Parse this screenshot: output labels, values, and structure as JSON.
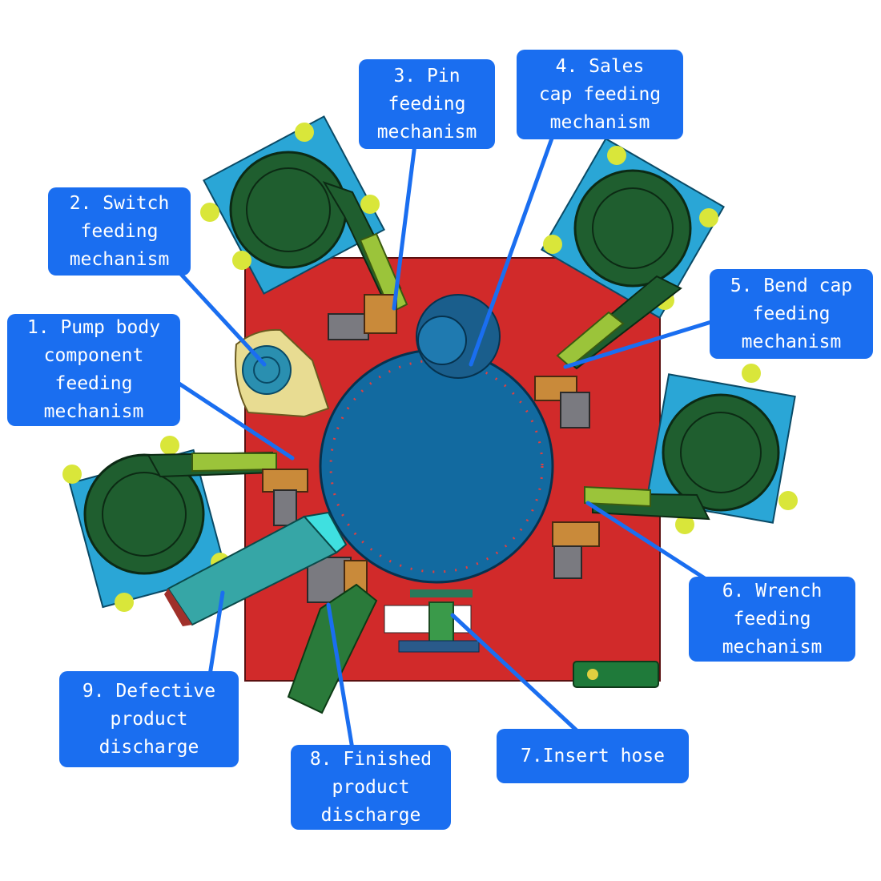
{
  "colors": {
    "callout": "#1a6ef0",
    "platform": "#d12a2a",
    "bowl": "#1f5e2f",
    "base": "#2aa6d6",
    "turntable": "#126aa0",
    "pad": "#d9e63a"
  },
  "labels": {
    "l1": "1. Pump body\ncomponent\nfeeding\nmechanism",
    "l2": "2. Switch\nfeeding\nmechanism",
    "l3": "3. Pin\nfeeding\nmechanism",
    "l4": "4. Sales\ncap feeding\nmechanism",
    "l5": "5. Bend cap\nfeeding\nmechanism",
    "l6": "6. Wrench\nfeeding\nmechanism",
    "l7": "7.Insert hose",
    "l8": "8. Finished\nproduct\ndischarge",
    "l9": "9. Defective\nproduct\ndischarge"
  }
}
